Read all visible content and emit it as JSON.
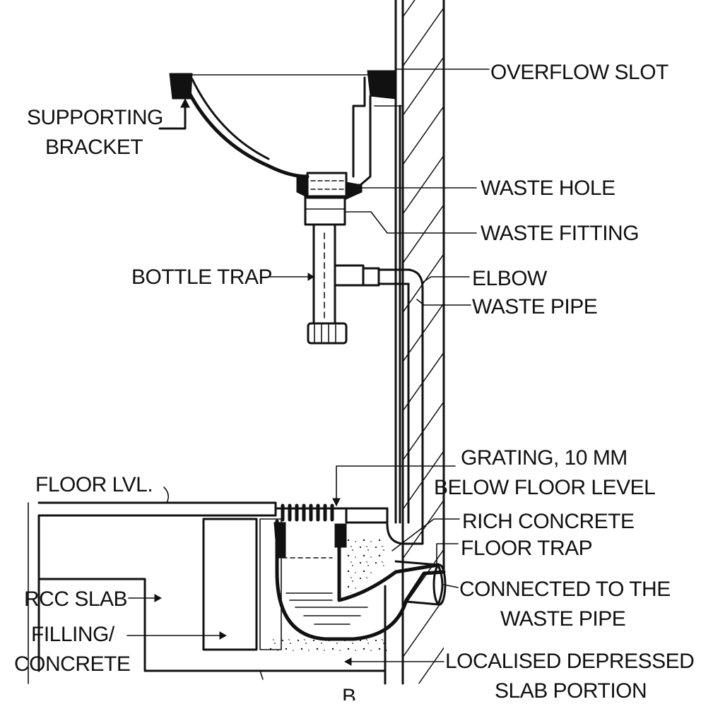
{
  "labels": {
    "overflow_slot": "OVERFLOW SLOT",
    "supporting_bracket_1": "SUPPORTING",
    "supporting_bracket_2": "BRACKET",
    "waste_hole": "WASTE HOLE",
    "waste_fitting": "WASTE FITTING",
    "bottle_trap": "BOTTLE TRAP",
    "elbow": "ELBOW",
    "waste_pipe": "WASTE PIPE",
    "grating_1": "GRATING, 10 MM",
    "grating_2": "BELOW FLOOR LEVEL",
    "floor_level": "FLOOR LVL.",
    "rich_concrete": "RICH CONCRETE",
    "floor_trap": "FLOOR TRAP",
    "connected_1": "CONNECTED TO THE",
    "connected_2": "WASTE PIPE",
    "rcc_slab": "RCC SLAB",
    "filling_1": "FILLING/",
    "filling_2": "CONCRETE",
    "depressed_1": "LOCALISED DEPRESSED",
    "depressed_2": "SLAB PORTION",
    "bottom_mark": "B"
  }
}
